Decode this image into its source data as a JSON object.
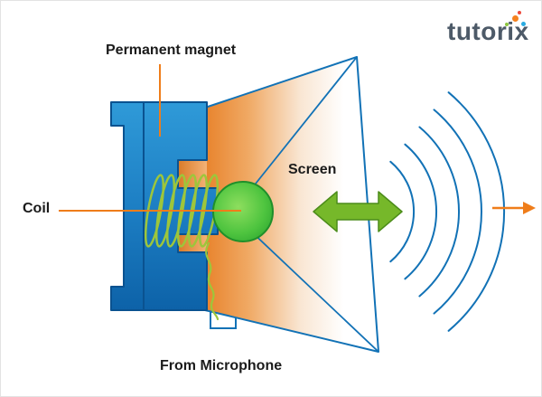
{
  "labels": {
    "permanent_magnet": "Permanent magnet",
    "coil": "Coil",
    "screen": "Screen",
    "from_microphone": "From Microphone"
  },
  "logo": {
    "text": "tutorix"
  },
  "colors": {
    "magnet_blue_light": "#2f9ad8",
    "magnet_blue_dark": "#0d62a8",
    "magnet_outline": "#0a5290",
    "cone_orange": "#e8832c",
    "cone_outline": "#1272b6",
    "coil_green": "#9dc63b",
    "dome_green_light": "#8ede5e",
    "dome_green_dark": "#2aa32e",
    "arrow_green": "#76b82a",
    "wave_blue": "#1272b6",
    "leader_orange": "#ef7d1a",
    "label_text": "#1b1b1b",
    "logo_text": "#4d5a68"
  }
}
